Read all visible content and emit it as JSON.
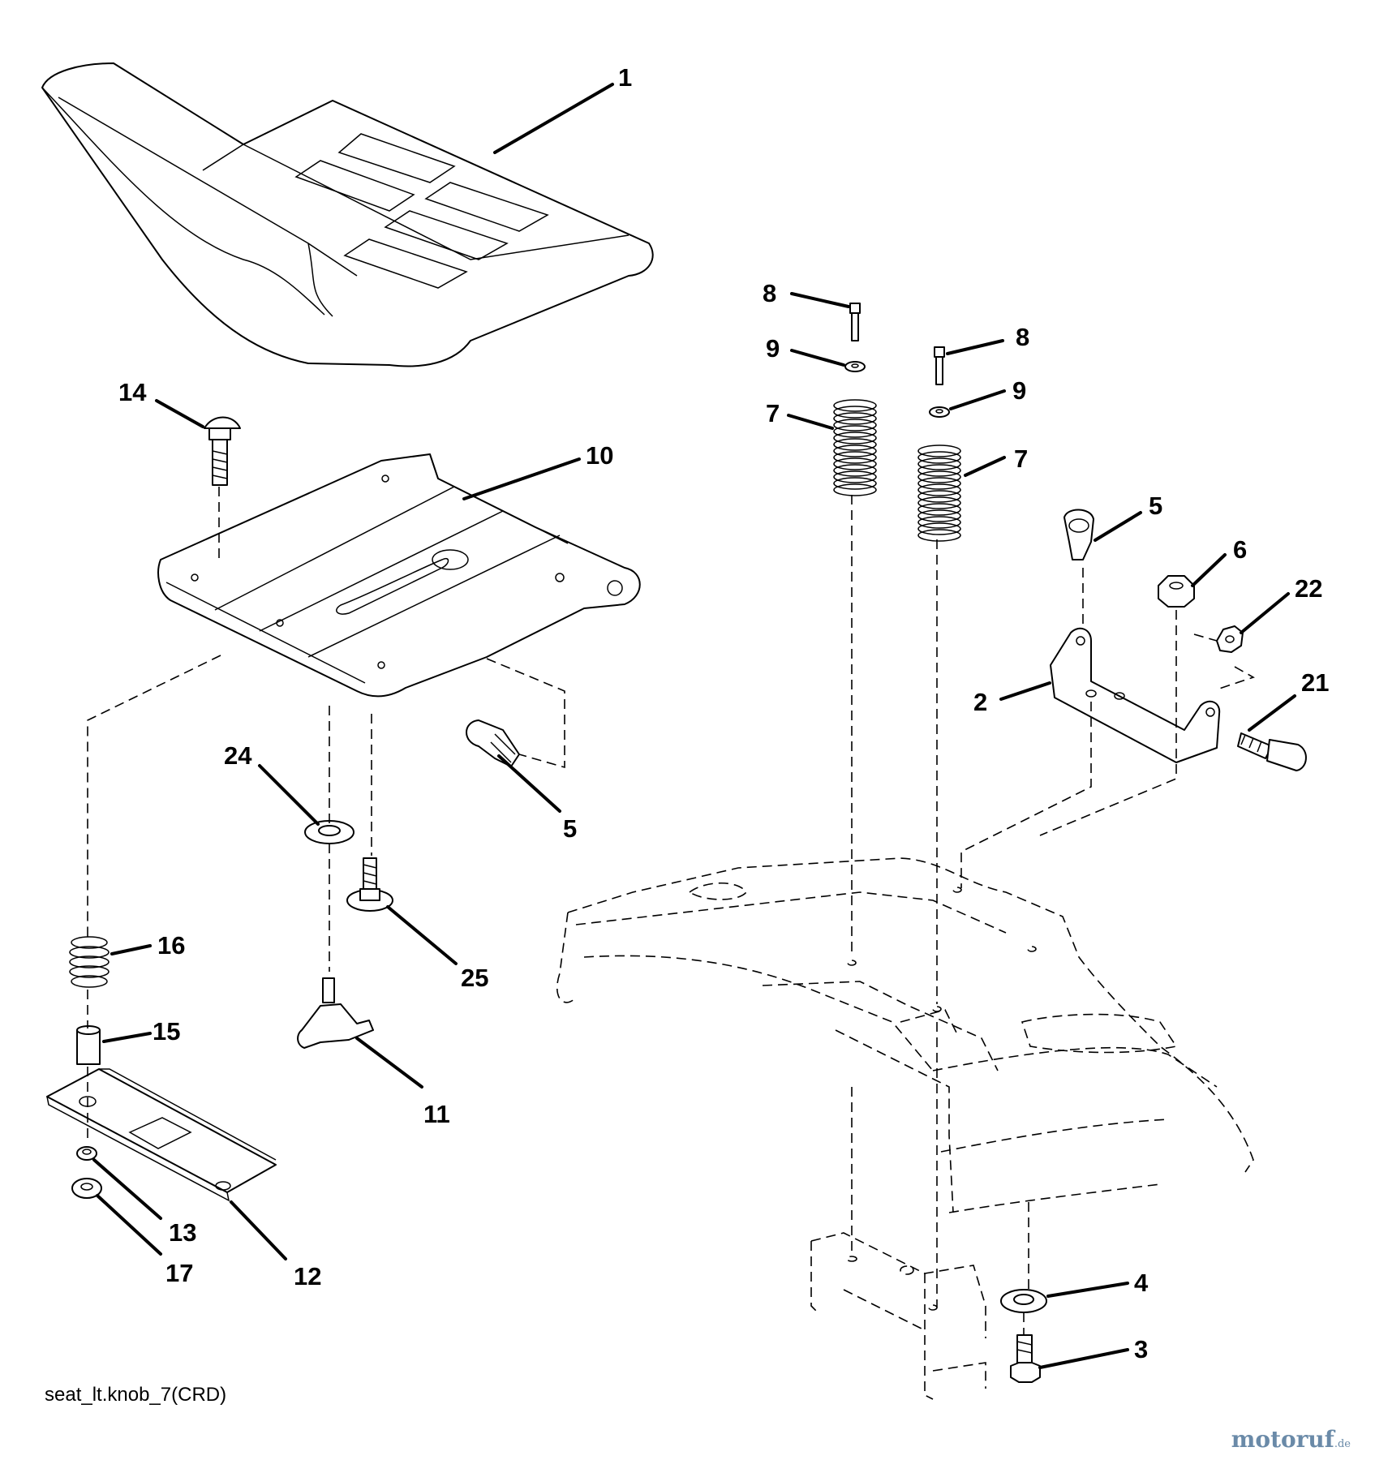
{
  "diagram_caption": "seat_lt.knob_7(CRD)",
  "brand": {
    "name": "motoruf",
    "tld": ".de"
  },
  "callouts": [
    {
      "id": "c1",
      "text": "1"
    },
    {
      "id": "c14",
      "text": "14"
    },
    {
      "id": "c10",
      "text": "10"
    },
    {
      "id": "c5a",
      "text": "5"
    },
    {
      "id": "c24",
      "text": "24"
    },
    {
      "id": "c25",
      "text": "25"
    },
    {
      "id": "c16",
      "text": "16"
    },
    {
      "id": "c15",
      "text": "15"
    },
    {
      "id": "c11",
      "text": "11"
    },
    {
      "id": "c13",
      "text": "13"
    },
    {
      "id": "c17",
      "text": "17"
    },
    {
      "id": "c12",
      "text": "12"
    },
    {
      "id": "c8a",
      "text": "8"
    },
    {
      "id": "c9a",
      "text": "9"
    },
    {
      "id": "c7a",
      "text": "7"
    },
    {
      "id": "c8b",
      "text": "8"
    },
    {
      "id": "c9b",
      "text": "9"
    },
    {
      "id": "c7b",
      "text": "7"
    },
    {
      "id": "c5b",
      "text": "5"
    },
    {
      "id": "c6",
      "text": "6"
    },
    {
      "id": "c22",
      "text": "22"
    },
    {
      "id": "c2",
      "text": "2"
    },
    {
      "id": "c21",
      "text": "21"
    },
    {
      "id": "c4",
      "text": "4"
    },
    {
      "id": "c3",
      "text": "3"
    }
  ]
}
